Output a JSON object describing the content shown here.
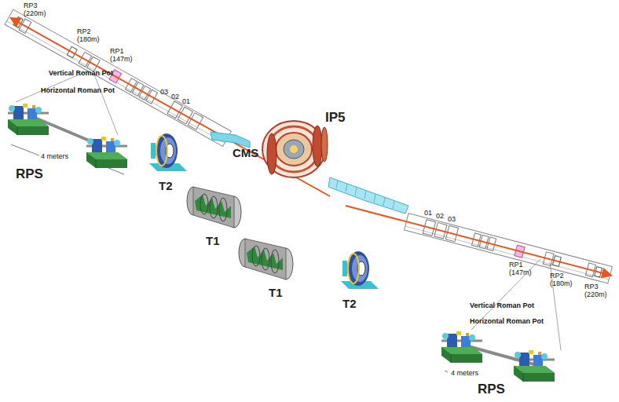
{
  "diagram": {
    "labels": [
      "RP3 (220m)",
      "RP2 (180m)",
      "RP1 (147m)",
      "Vertical Roman Pot",
      "Horizontal Roman Pot",
      "4 meters",
      "RPS",
      "03",
      "02",
      "01",
      "T2",
      "CMS",
      "IP5",
      "T1",
      "T1",
      "T2",
      "01",
      "02",
      "03",
      "RP1 (147m)",
      "RP2 (180m)",
      "RP3 (220m)",
      "Vertical Roman Pot",
      "Horizontal Roman Pot",
      "4 meters",
      "RPS"
    ]
  }
}
